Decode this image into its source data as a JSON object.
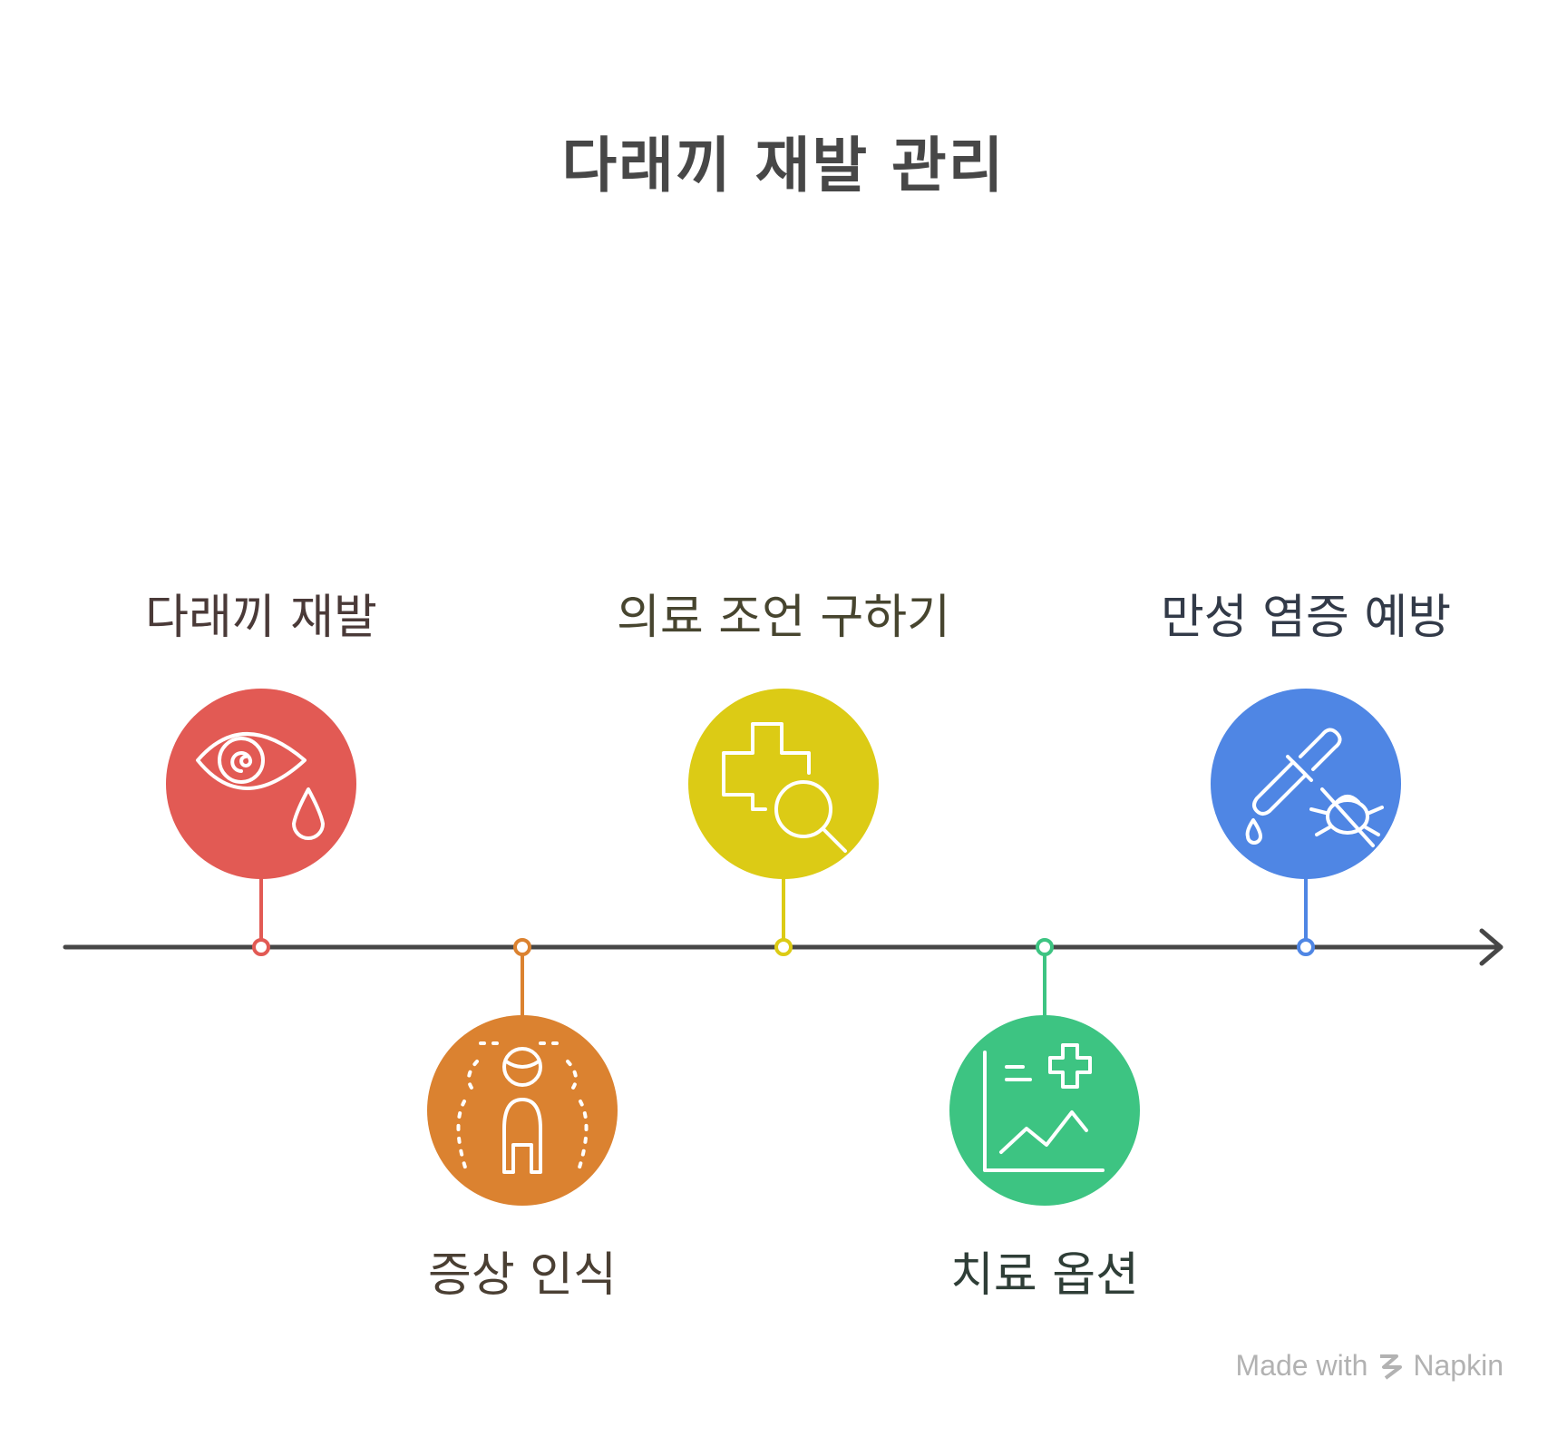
{
  "title": "다래끼 재발 관리",
  "steps": [
    {
      "label": "다래끼 재발",
      "icon": "teary-eye-icon",
      "color": "#E25A54",
      "text_color": "#4a3a38",
      "position": "top"
    },
    {
      "label": "증상 인식",
      "icon": "person-symptoms-icon",
      "color": "#DB8230",
      "text_color": "#4a3f33",
      "position": "bottom"
    },
    {
      "label": "의료 조언 구하기",
      "icon": "medical-search-icon",
      "color": "#DCCB15",
      "text_color": "#47452f",
      "position": "top"
    },
    {
      "label": "치료 옵션",
      "icon": "treatment-chart-icon",
      "color": "#3DC482",
      "text_color": "#2f3e37",
      "position": "bottom"
    },
    {
      "label": "만성 염증 예방",
      "icon": "dropper-bug-icon",
      "color": "#4F86E4",
      "text_color": "#323a48",
      "position": "top"
    }
  ],
  "axis_color": "#474747",
  "watermark": {
    "made_with": "Made with",
    "brand": "Napkin"
  }
}
